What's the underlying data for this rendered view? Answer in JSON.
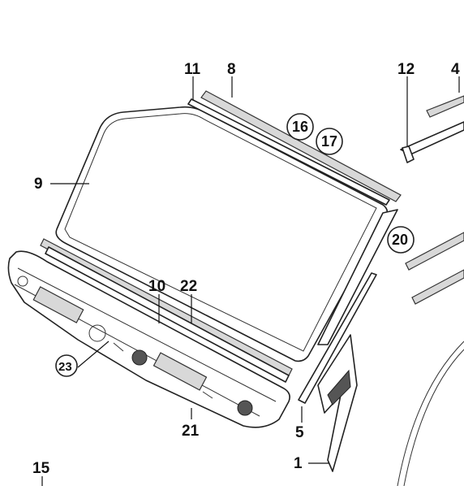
{
  "labels": {
    "l1": "1",
    "l4": "4",
    "l5": "5",
    "l8": "8",
    "l9": "9",
    "l10": "10",
    "l11": "11",
    "l12": "12",
    "l15": "15",
    "l16": "16",
    "l17": "17",
    "l20": "20",
    "l21": "21",
    "l22": "22",
    "l23": "23"
  }
}
